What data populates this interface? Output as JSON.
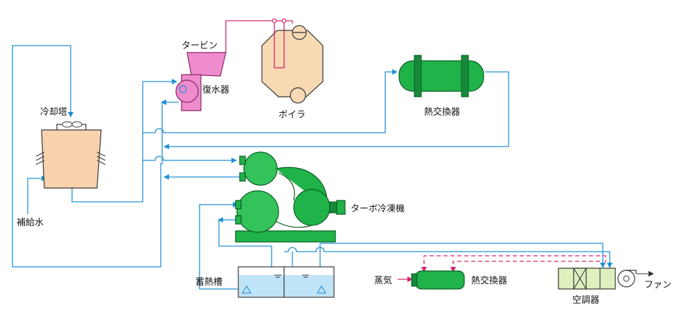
{
  "labels": {
    "turbine": "タービン",
    "condenser": "復水器",
    "boiler": "ボイラ",
    "cooling_tower": "冷却塔",
    "makeup_water": "補給水",
    "heat_exchanger_top": "熱交換器",
    "turbo_chiller": "ターボ冷凍機",
    "storage_tank": "蓄熱槽",
    "steam": "蒸気",
    "heat_exchanger_bottom": "熱交換器",
    "air_handler": "空調器",
    "fan": "ファン"
  },
  "colors": {
    "pipe_water": "#1f8fd6",
    "pipe_steam": "#d6246a",
    "equipment_green": "#1fb34a",
    "boiler_fill": "#f7d9b3",
    "tower_fill": "#f7d2ad",
    "turbine_fill": "#ee8ccd",
    "tank_fill": "#bfe3f7",
    "air_handler_fill": "#dff0bf"
  }
}
